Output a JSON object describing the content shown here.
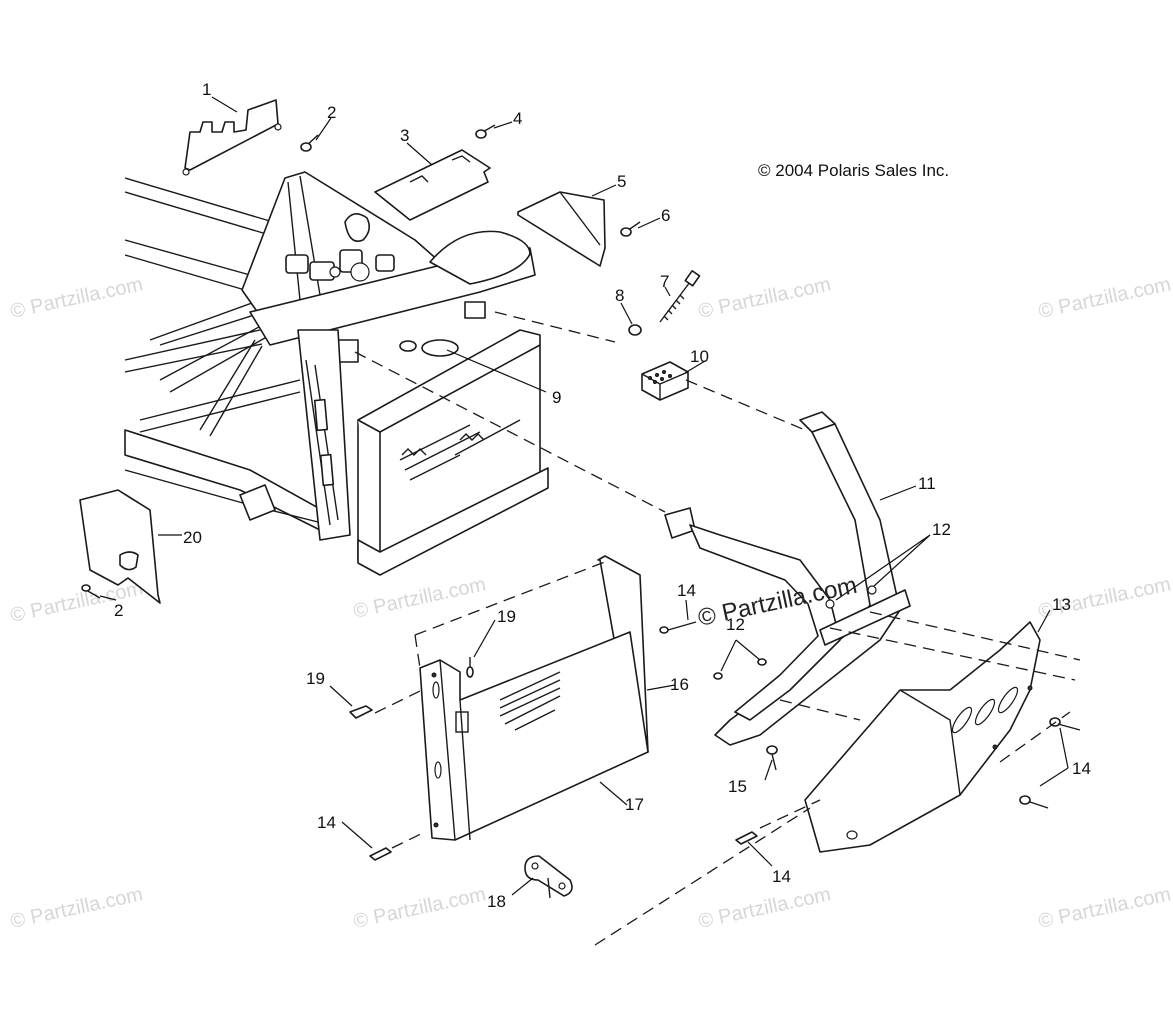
{
  "copyright": "© 2004 Polaris Sales Inc.",
  "watermark": {
    "text": "© Partzilla.com",
    "center_text": "© Partzilla.com"
  },
  "callouts": {
    "c1": "1",
    "c2a": "2",
    "c2b": "2",
    "c3": "3",
    "c4": "4",
    "c5": "5",
    "c6": "6",
    "c7": "7",
    "c8": "8",
    "c9": "9",
    "c10": "10",
    "c11": "11",
    "c12a": "12",
    "c12b": "12",
    "c13": "13",
    "c14a": "14",
    "c14b": "14",
    "c14c": "14",
    "c14d": "14",
    "c15": "15",
    "c16": "16",
    "c17": "17",
    "c18": "18",
    "c19a": "19",
    "c19b": "19",
    "c20": "20"
  }
}
